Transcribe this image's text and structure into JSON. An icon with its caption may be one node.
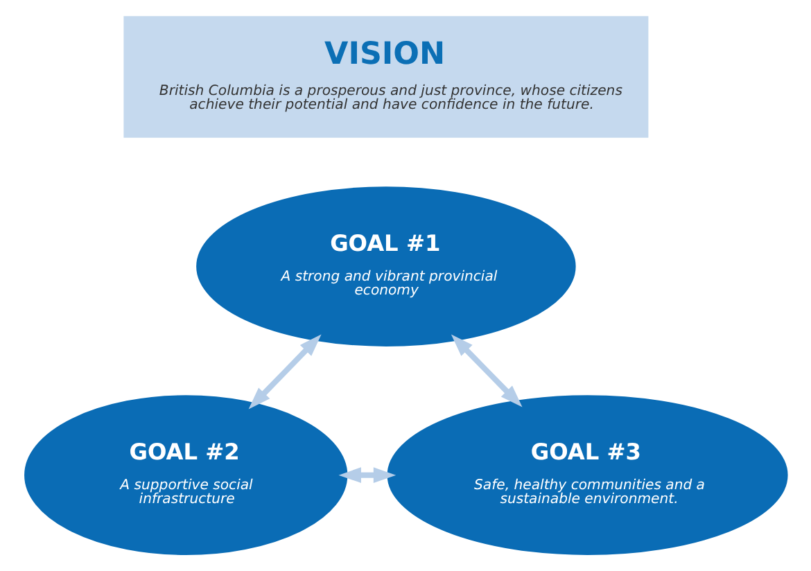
{
  "diagram": {
    "nodes": [
      {
        "text": [
          "VISION",
          "British Columbia is a prosperous and just province, whose citizens achieve their potential and have confidence in the future."
        ]
      },
      {
        "text": [
          "GOAL #1",
          "A strong and vibrant provincial economy"
        ]
      },
      {
        "text": [
          "GOAL #2",
          "A supportive social infrastructure"
        ]
      },
      {
        "text": [
          "GOAL #3",
          "Safe, healthy communities and a sustainable environment."
        ]
      }
    ],
    "edges": [
      {
        "from": 1,
        "to": 2,
        "arrow": "both"
      },
      {
        "from": 1,
        "to": 3,
        "arrow": "both"
      },
      {
        "from": 2,
        "to": 3,
        "arrow": "both"
      }
    ]
  }
}
